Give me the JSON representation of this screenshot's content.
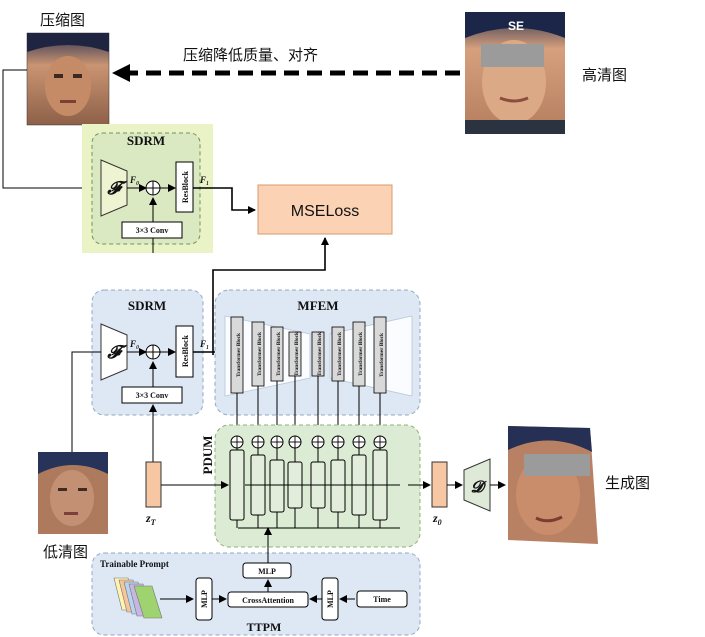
{
  "labels": {
    "compressed_image": "压缩图",
    "hd_image": "高清图",
    "low_res_image": "低清图",
    "generated_image": "生成图",
    "degrade_caption": "压缩降低质量、对齐"
  },
  "sdrm_top": {
    "title": "SDRM",
    "encoder": "𝓕",
    "f0": "F₀",
    "resblock": "ResBlock",
    "f1": "F₁",
    "conv": "3×3 Conv"
  },
  "sdrm_mid": {
    "title": "SDRM",
    "encoder": "𝓕",
    "f0": "F₀",
    "resblock": "ResBlock",
    "f1": "F₁",
    "conv": "3×3 Conv"
  },
  "mseloss": "MSELoss",
  "mfem": {
    "title": "MFEM",
    "blocks": [
      "Transformer Block",
      "Transformer Block",
      "Transformer Block",
      "Transformer Block",
      "Transformer Block",
      "Transformer Block",
      "Transformer Block",
      "Transformer Block"
    ]
  },
  "pdum": {
    "title": "PDUM"
  },
  "latents": {
    "zt": "z",
    "zt_sub": "T",
    "z0": "z",
    "z0_sub": "0"
  },
  "decoder": "𝓓",
  "ttpm": {
    "title": "TTPM",
    "prompt": "Trainable Prompt",
    "mlp_left": "MLP",
    "mlp_top": "MLP",
    "mlp_right": "MLP",
    "cross_attention": "CrossAttention",
    "time": "Time"
  },
  "colors": {
    "green_panel": "#e9f3c6",
    "green_panel_inner": "#dbe9c2",
    "blue_panel": "#dde8f4",
    "pdum_panel": "#dcebd3",
    "encoder": "#eef3d2",
    "orange": "#f6c7a2",
    "mse": "#fbd3b4",
    "block_green": "#e2eedb"
  }
}
